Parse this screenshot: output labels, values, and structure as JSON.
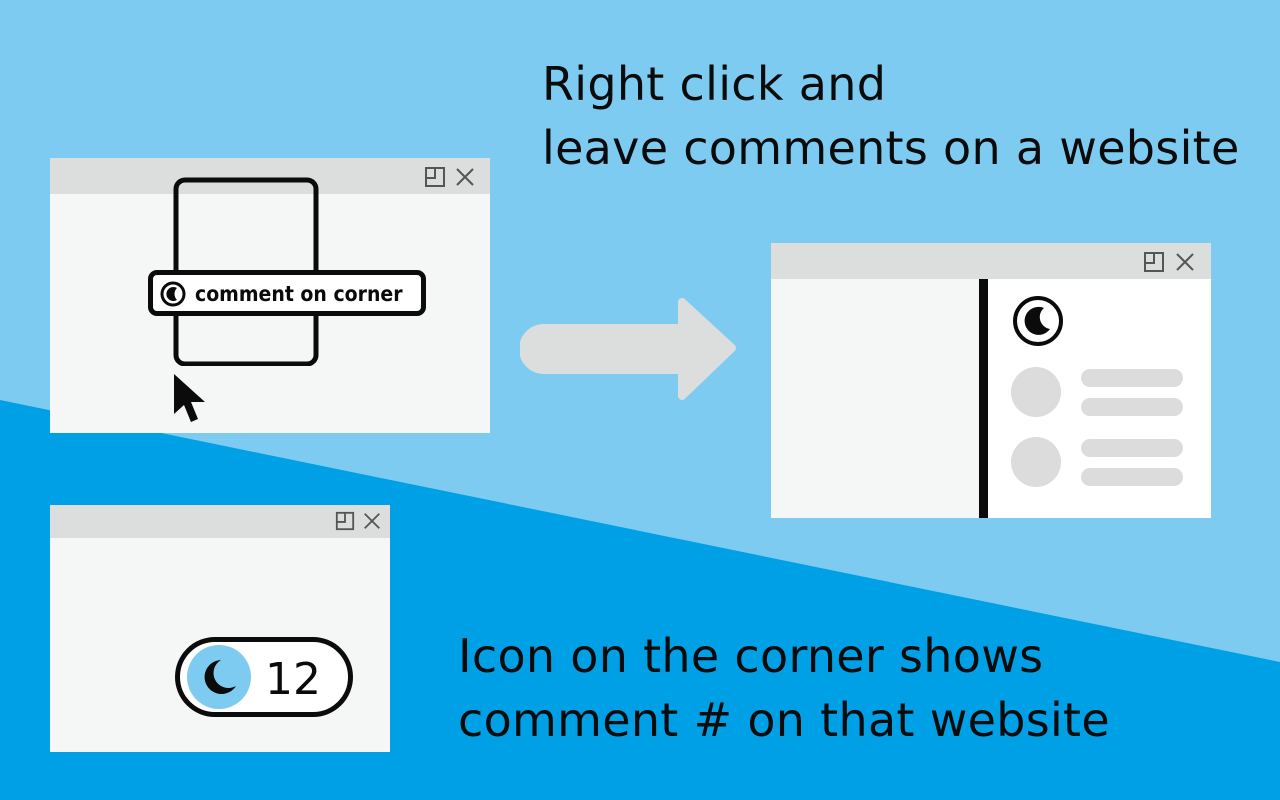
{
  "headline_top": {
    "line1": "Right click and",
    "line2": "leave comments on a website"
  },
  "headline_bottom": {
    "line1": "Icon on the corner shows",
    "line2": "comment # on that website"
  },
  "context_menu": {
    "label": "comment on corner",
    "icon": "corner-logo-icon"
  },
  "badge": {
    "count": "12",
    "icon": "moon-icon"
  },
  "colors": {
    "sky_light": "#7ecbf2",
    "sky_dark": "#00a0e6",
    "window_body": "#f5f7f6",
    "titlebar": "#dcdddd",
    "ink": "#0b0b0b",
    "placeholder_grey": "#dcdcdc"
  }
}
